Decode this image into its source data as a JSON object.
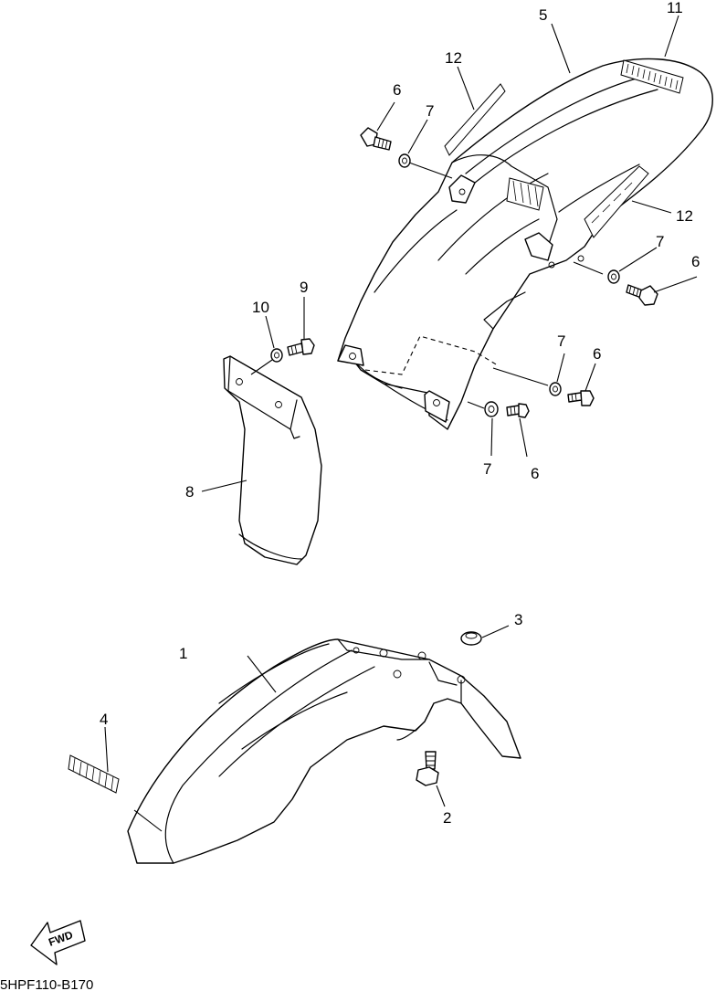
{
  "diagram": {
    "drawing_code": "5HPF110-B170",
    "direction_label": "FWD",
    "callouts": [
      {
        "id": "c1",
        "label": "1"
      },
      {
        "id": "c2",
        "label": "2"
      },
      {
        "id": "c3",
        "label": "3"
      },
      {
        "id": "c4",
        "label": "4"
      },
      {
        "id": "c5",
        "label": "5"
      },
      {
        "id": "c6a",
        "label": "6"
      },
      {
        "id": "c6b",
        "label": "6"
      },
      {
        "id": "c6c",
        "label": "6"
      },
      {
        "id": "c6d",
        "label": "6"
      },
      {
        "id": "c7a",
        "label": "7"
      },
      {
        "id": "c7b",
        "label": "7"
      },
      {
        "id": "c7c",
        "label": "7"
      },
      {
        "id": "c7d",
        "label": "7"
      },
      {
        "id": "c8",
        "label": "8"
      },
      {
        "id": "c9",
        "label": "9"
      },
      {
        "id": "c10",
        "label": "10"
      },
      {
        "id": "c11",
        "label": "11"
      },
      {
        "id": "c12a",
        "label": "12"
      },
      {
        "id": "c12b",
        "label": "12"
      }
    ]
  }
}
